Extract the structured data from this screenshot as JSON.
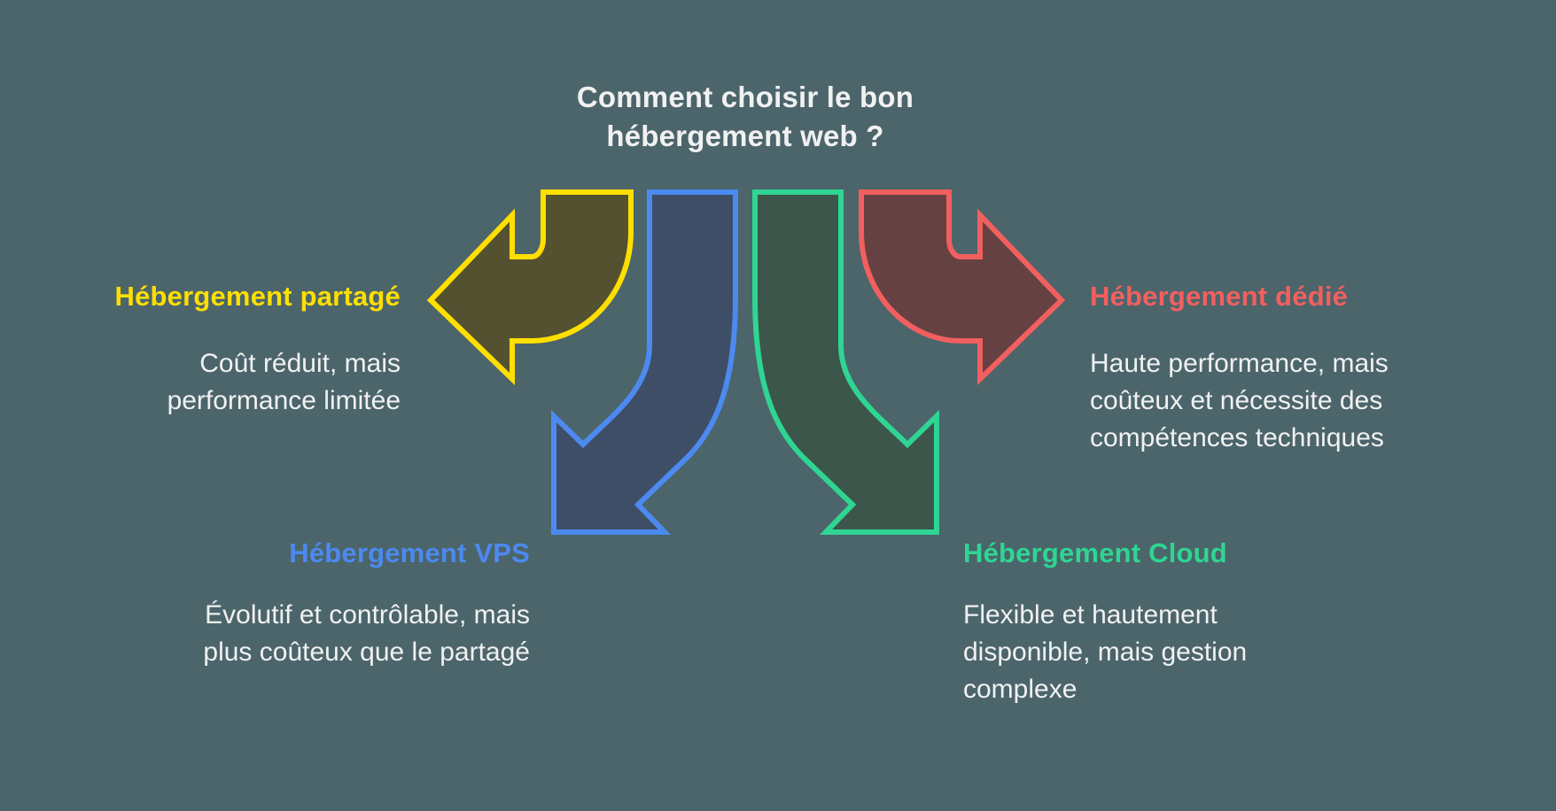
{
  "canvas": {
    "background": "#4B656B",
    "text_color": "#F1F1F1"
  },
  "title": {
    "line1": "Comment choisir le bon",
    "line2": "hébergement web ?",
    "color": "#F1F1F1"
  },
  "sections": {
    "partage": {
      "heading": "Hébergement partagé",
      "color": "#FFDF00",
      "fill": "#545130",
      "lines": [
        "Coût réduit, mais",
        "performance limitée"
      ]
    },
    "vps": {
      "heading": "Hébergement VPS",
      "color": "#4C8AF0",
      "fill": "#3E4E66",
      "lines": [
        "Évolutif et contrôlable, mais",
        "plus coûteux que le partagé"
      ]
    },
    "cloud": {
      "heading": "Hébergement Cloud",
      "color": "#2FD592",
      "fill": "#3C564B",
      "lines": [
        "Flexible et hautement",
        "disponible, mais gestion",
        "complexe"
      ]
    },
    "dedie": {
      "heading": "Hébergement dédié",
      "color": "#F25F5F",
      "fill": "#664141",
      "lines": [
        "Haute performance, mais",
        "coûteux et nécessite des",
        "compétences techniques"
      ]
    }
  }
}
